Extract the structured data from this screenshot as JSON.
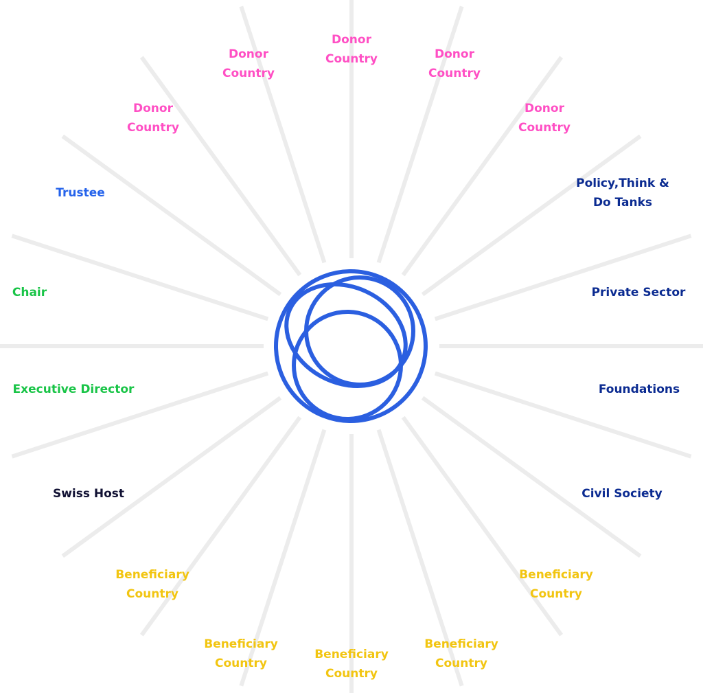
{
  "colors": {
    "spoke": "#ececec",
    "logo": "#2b5fe0",
    "donor": "#ff4fc4",
    "beneficiary": "#f2c511",
    "sector": "#0b2b91",
    "trustee": "#2563eb",
    "leadership": "#19c447",
    "host": "#111133"
  },
  "center_icon": "interlocking-circles-logo-icon",
  "labels": {
    "donor_1": [
      "Donor",
      "Country"
    ],
    "donor_2": [
      "Donor",
      "Country"
    ],
    "donor_3": [
      "Donor",
      "Country"
    ],
    "donor_4": [
      "Donor",
      "Country"
    ],
    "donor_5": [
      "Donor",
      "Country"
    ],
    "policy": [
      "Policy,Think &",
      "Do Tanks"
    ],
    "private_sector": [
      "Private Sector"
    ],
    "foundations": [
      "Foundations"
    ],
    "civil_society": [
      "Civil Society"
    ],
    "beneficiary_1": [
      "Beneficiary",
      "Country"
    ],
    "beneficiary_2": [
      "Beneficiary",
      "Country"
    ],
    "beneficiary_3": [
      "Beneficiary",
      "Country"
    ],
    "beneficiary_4": [
      "Beneficiary",
      "Country"
    ],
    "beneficiary_5": [
      "Beneficiary",
      "Country"
    ],
    "swiss_host": [
      "Swiss Host"
    ],
    "executive_director": [
      "Executive Director"
    ],
    "chair": [
      "Chair"
    ],
    "trustee": [
      "Trustee"
    ]
  }
}
